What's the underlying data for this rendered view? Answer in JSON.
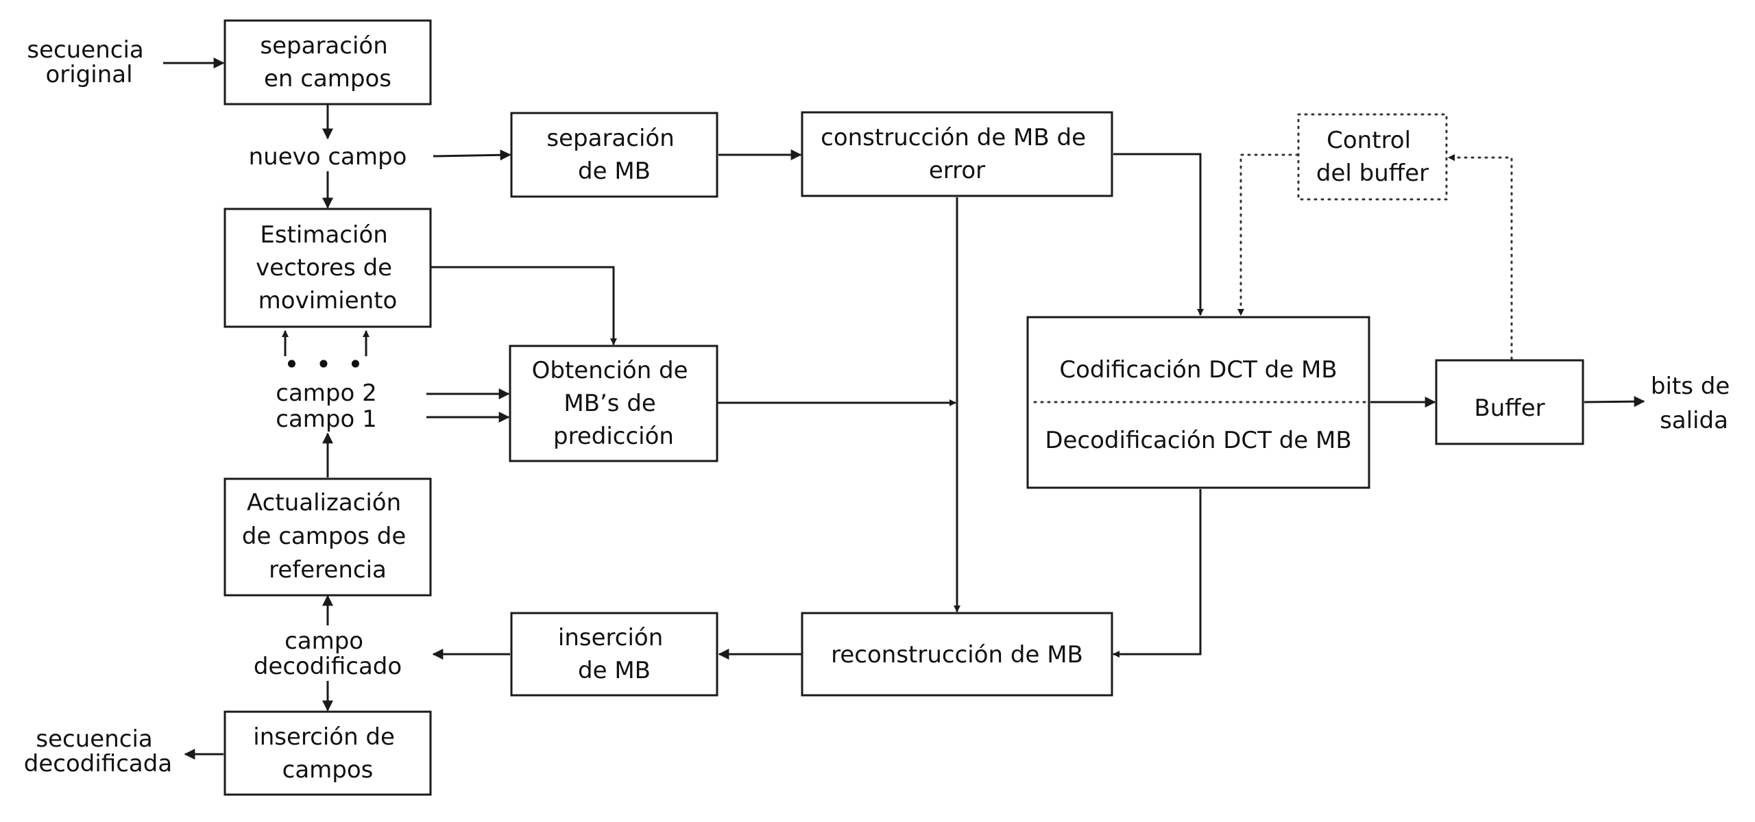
{
  "diagram": {
    "inputs": {
      "secuencia_original": [
        "secuencia",
        "original"
      ],
      "secuencia_decodificada": [
        "secuencia",
        "decodificada"
      ],
      "nuevo_campo": "nuevo campo",
      "campo_2": "campo 2",
      "campo_1": "campo 1",
      "campo_decodificado": [
        "campo",
        "decodificado"
      ],
      "bits_de_salida": [
        "bits de",
        "salida"
      ],
      "ellipsis": "• • •"
    },
    "blocks": {
      "separacion_campos": [
        "separación",
        "en campos"
      ],
      "estimacion": [
        "Estimación",
        "vectores de",
        "movimiento"
      ],
      "actualizacion": [
        "Actualización",
        "de campos de",
        "referencia"
      ],
      "insercion_campos": [
        "inserción de",
        "campos"
      ],
      "separacion_mb": [
        "separación",
        "de MB"
      ],
      "obtencion": [
        "Obtención de",
        "MB’s de",
        "predicción"
      ],
      "insercion_mb": [
        "inserción",
        "de MB"
      ],
      "construccion": [
        "construcción de MB de",
        "error"
      ],
      "reconstruccion": [
        "reconstrucción de MB"
      ],
      "codificacion": "Codificación DCT de MB",
      "decodificacion": "Decodificación DCT de MB",
      "buffer": [
        "Buffer"
      ],
      "control": [
        "Control",
        "del buffer"
      ]
    }
  }
}
